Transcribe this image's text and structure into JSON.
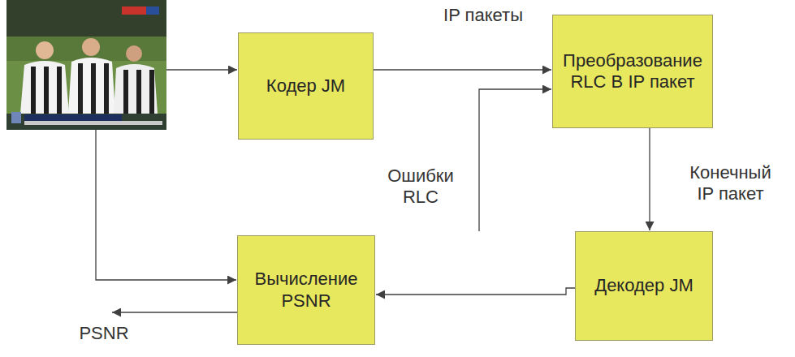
{
  "diagram": {
    "nodes": [
      {
        "text": [
          "Кодер JM"
        ]
      },
      {
        "text": [
          "Преобразование RLC В IP пакет"
        ]
      },
      {
        "text": [
          "Декодер JM"
        ]
      },
      {
        "text": [
          "Вычисление PSNR"
        ]
      }
    ],
    "edges": [
      {
        "from": 0,
        "to": 1,
        "label": "IP пакеты",
        "arrow": "to"
      },
      {
        "from": 1,
        "to": 2,
        "label": "Конечный IP пакет",
        "arrow": "to"
      },
      {
        "from": 2,
        "to": 3,
        "arrow": "to"
      }
    ],
    "labels": [
      "Ошибки RLC",
      "PSNR"
    ]
  }
}
